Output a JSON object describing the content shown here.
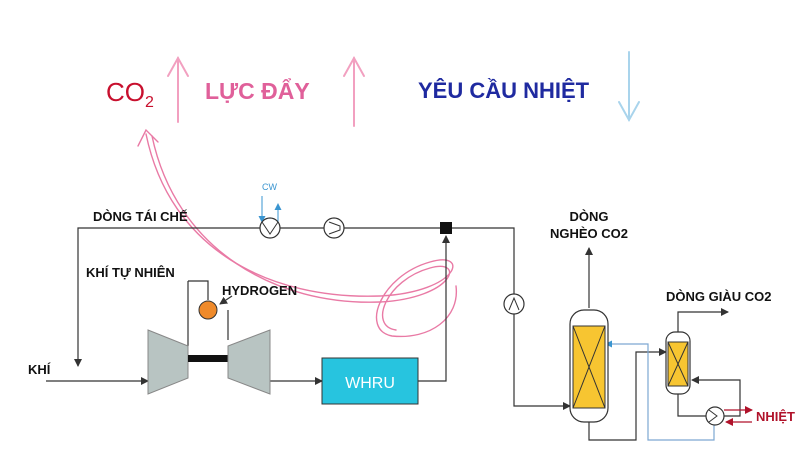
{
  "header": {
    "co2_main": "CO",
    "co2_sub": "2",
    "thrust": "LỰC ĐẨY",
    "heat_requirement": "YÊU CẦU NHIỆT"
  },
  "labels": {
    "recycle_stream": "DÒNG TÁI CHẾ",
    "cw": "CW",
    "natural_gas": "KHÍ TỰ NHIÊN",
    "hydrogen": "HYDROGEN",
    "gas": "KHÍ",
    "whru": "WHRU",
    "lean_stream_line1": "DÒNG",
    "lean_stream_line2": "NGHÈO CO2",
    "rich_stream": "DÒNG GIÀU CO2",
    "heat": "NHIỆT"
  },
  "colors": {
    "co2": "#c8102e",
    "thrust": "#e0609a",
    "heat_requirement": "#1f2aa0",
    "arrow_pink": "#f2a0c0",
    "arrow_blue": "#a9d4ec",
    "line": "#333333",
    "whru_fill": "#27c4df",
    "column_fill": "#f7c531",
    "hydrogen_fill": "#ef8a2a",
    "turbine_fill": "#b8c4c2",
    "cw": "#3a95d0",
    "heat": "#b0122a",
    "loop": "#e97aa5",
    "blue_line": "#7da8d2"
  }
}
